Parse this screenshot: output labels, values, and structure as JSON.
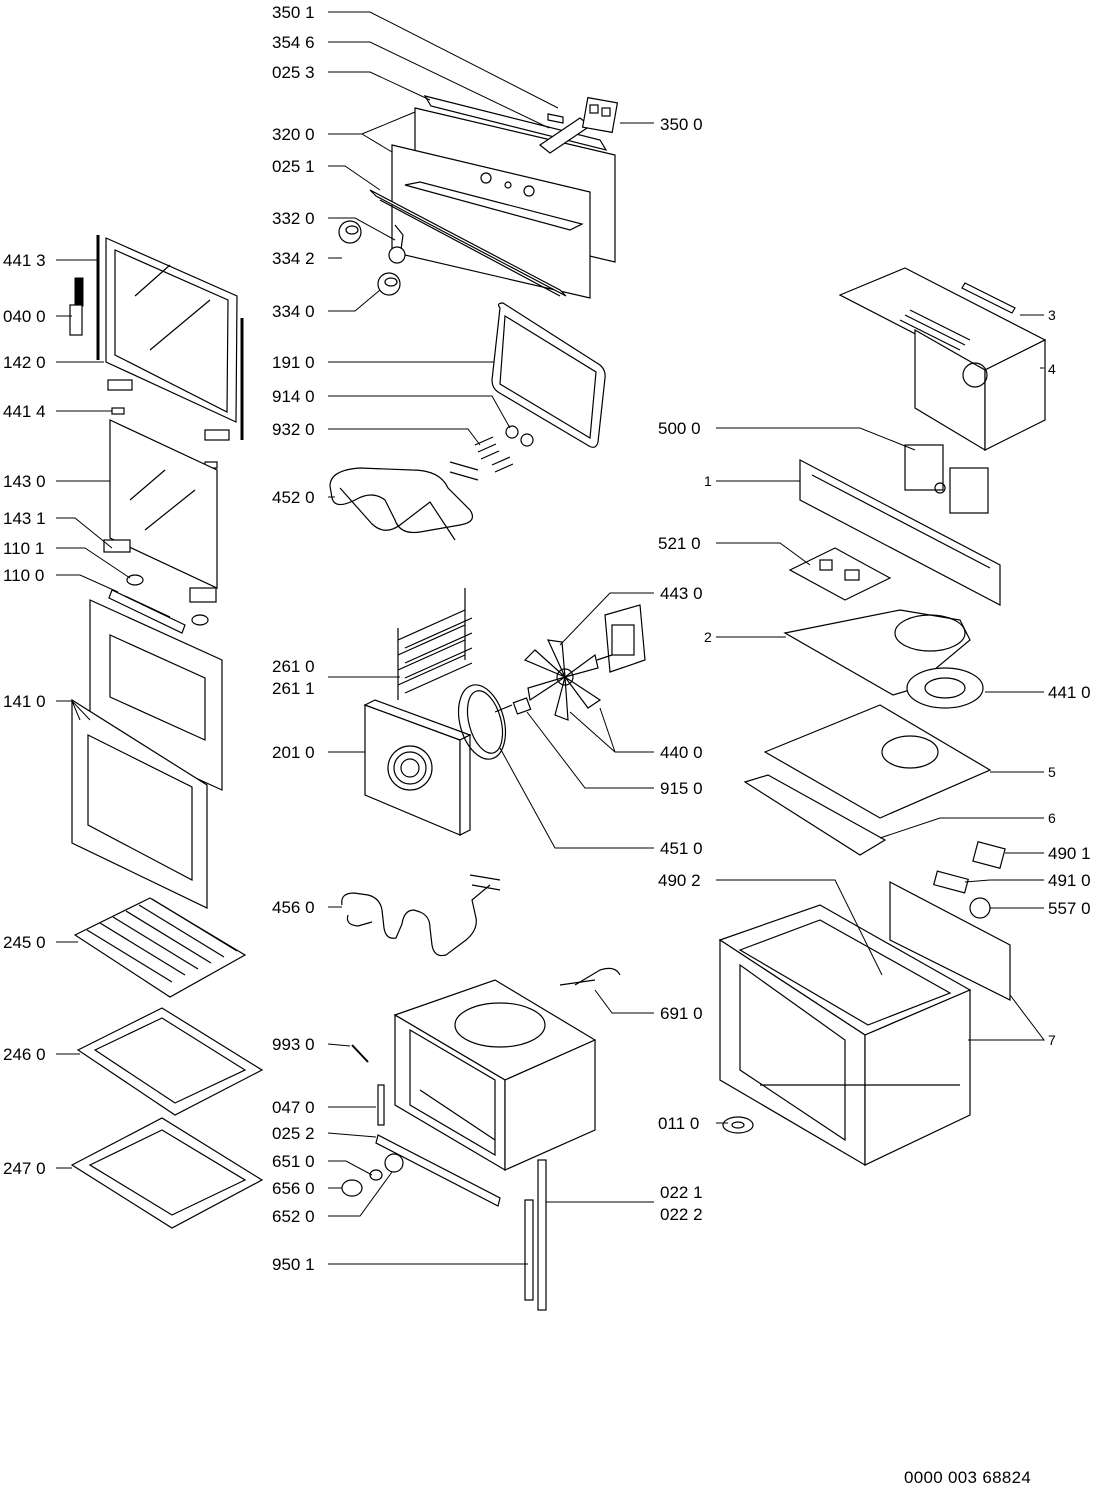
{
  "document_number": "0000 003 68824",
  "callouts": [
    {
      "id": "350-1",
      "label": "350 1"
    },
    {
      "id": "354-6",
      "label": "354 6"
    },
    {
      "id": "025-3",
      "label": "025 3"
    },
    {
      "id": "350-0",
      "label": "350 0"
    },
    {
      "id": "320-0",
      "label": "320 0"
    },
    {
      "id": "025-1",
      "label": "025 1"
    },
    {
      "id": "332-0",
      "label": "332 0"
    },
    {
      "id": "334-2",
      "label": "334 2"
    },
    {
      "id": "441-3",
      "label": "441 3"
    },
    {
      "id": "334-0",
      "label": "334 0"
    },
    {
      "id": "040-0",
      "label": "040 0"
    },
    {
      "id": "3",
      "label": "3"
    },
    {
      "id": "142-0",
      "label": "142 0"
    },
    {
      "id": "191-0",
      "label": "191 0"
    },
    {
      "id": "4",
      "label": "4"
    },
    {
      "id": "914-0",
      "label": "914 0"
    },
    {
      "id": "441-4",
      "label": "441 4"
    },
    {
      "id": "932-0",
      "label": "932 0"
    },
    {
      "id": "500-0",
      "label": "500 0"
    },
    {
      "id": "143-0",
      "label": "143 0"
    },
    {
      "id": "1",
      "label": "1"
    },
    {
      "id": "452-0",
      "label": "452 0"
    },
    {
      "id": "143-1",
      "label": "143 1"
    },
    {
      "id": "521-0",
      "label": "521 0"
    },
    {
      "id": "110-1",
      "label": "110 1"
    },
    {
      "id": "110-0",
      "label": "110 0"
    },
    {
      "id": "443-0",
      "label": "443 0"
    },
    {
      "id": "2",
      "label": "2"
    },
    {
      "id": "261-0",
      "label": "261 0"
    },
    {
      "id": "261-1",
      "label": "261 1"
    },
    {
      "id": "141-0",
      "label": "141 0"
    },
    {
      "id": "441-0",
      "label": "441 0"
    },
    {
      "id": "201-0",
      "label": "201 0"
    },
    {
      "id": "440-0",
      "label": "440 0"
    },
    {
      "id": "5",
      "label": "5"
    },
    {
      "id": "915-0",
      "label": "915 0"
    },
    {
      "id": "6",
      "label": "6"
    },
    {
      "id": "451-0",
      "label": "451 0"
    },
    {
      "id": "490-1",
      "label": "490 1"
    },
    {
      "id": "490-2",
      "label": "490 2"
    },
    {
      "id": "491-0",
      "label": "491 0"
    },
    {
      "id": "456-0",
      "label": "456 0"
    },
    {
      "id": "557-0",
      "label": "557 0"
    },
    {
      "id": "245-0",
      "label": "245 0"
    },
    {
      "id": "691-0",
      "label": "691 0"
    },
    {
      "id": "7",
      "label": "7"
    },
    {
      "id": "993-0",
      "label": "993 0"
    },
    {
      "id": "246-0",
      "label": "246 0"
    },
    {
      "id": "047-0",
      "label": "047 0"
    },
    {
      "id": "011-0",
      "label": "011 0"
    },
    {
      "id": "025-2",
      "label": "025 2"
    },
    {
      "id": "651-0",
      "label": "651 0"
    },
    {
      "id": "247-0",
      "label": "247 0"
    },
    {
      "id": "656-0",
      "label": "656 0"
    },
    {
      "id": "022-1",
      "label": "022 1"
    },
    {
      "id": "022-2",
      "label": "022 2"
    },
    {
      "id": "652-0",
      "label": "652 0"
    },
    {
      "id": "950-1",
      "label": "950 1"
    }
  ]
}
